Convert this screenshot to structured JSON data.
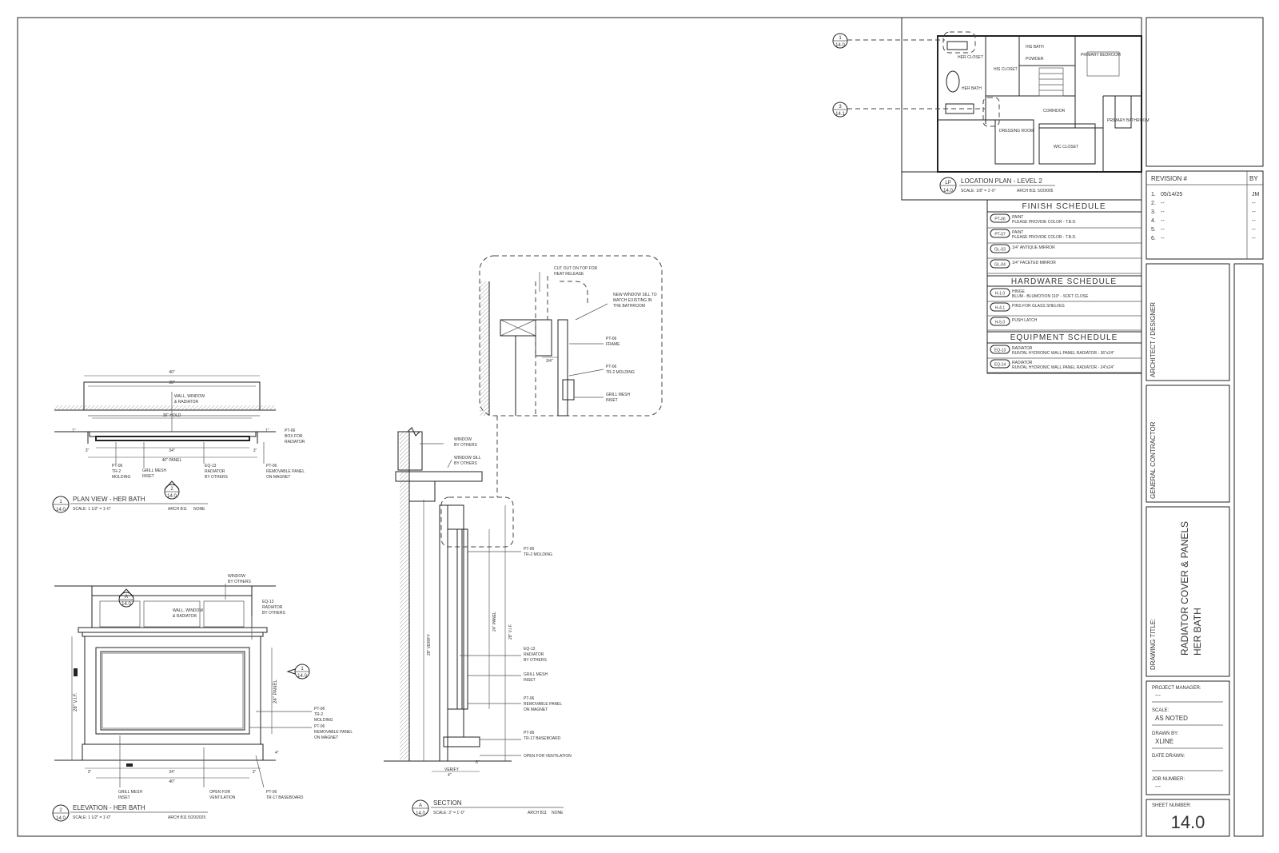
{
  "location_plan": {
    "tag_top": "LP",
    "tag_bottom": "14.0",
    "title": "LOCATION PLAN - LEVEL 2",
    "scale": "SCALE: 1/8\" = 1'-0\"",
    "paper": "ARCH B11",
    "date": "5/20/005",
    "callout_1_top": "1",
    "callout_1_bottom": "14.0",
    "callout_3_top": "3",
    "callout_3_bottom": "14.1",
    "rooms": [
      "HER CLOSET",
      "HER BATH",
      "HIS CLOSET",
      "DRESSING ROOM",
      "CORRIDOR",
      "PRIMARY BEDROOM",
      "HIS BATH",
      "POWDER",
      "PRIMARY BATHROOM",
      "WIC CLOSET"
    ]
  },
  "finish_schedule": {
    "title": "FINISH SCHEDULE",
    "items": [
      {
        "code": "PT-06",
        "line1": "PAINT",
        "line2": "PLEASE PROVIDE COLOR - T.B.D."
      },
      {
        "code": "PT-07",
        "line1": "PAINT",
        "line2": "PLEASE PROVIDE COLOR - T.B.D."
      },
      {
        "code": "GL-03",
        "line1": "1/4\" ANTIQUE MIRROR",
        "line2": ""
      },
      {
        "code": "GL-04",
        "line1": "1/4\" FACETED MIRROR",
        "line2": ""
      }
    ]
  },
  "hardware_schedule": {
    "title": "HARDWARE SCHEDULE",
    "items": [
      {
        "code": "H-1.0",
        "line1": "HINGE",
        "line2": "BLUM - BLUMOTION 110° - SOFT CLOSE"
      },
      {
        "code": "H-4.1",
        "line1": "PINS FOR GLASS SHELVES",
        "line2": ""
      },
      {
        "code": "H-5.0",
        "line1": "PUSH LATCH",
        "line2": ""
      }
    ]
  },
  "equipment_schedule": {
    "title": "EQUIPMENT SCHEDULE",
    "items": [
      {
        "code": "EQ-13",
        "line1": "RADIATOR",
        "line2": "RUNTAL HYDRONIC WALL PANEL RADIATOR - 36\"x24\""
      },
      {
        "code": "EQ-14",
        "line1": "RADIATOR",
        "line2": "RUNTAL HYDRONIC WALL PANEL RADIATOR - 24\"x24\""
      }
    ]
  },
  "revision": {
    "header": "REVISION #",
    "by_header": "BY",
    "rows": [
      {
        "num": "1.",
        "date": "05/14/25",
        "by": "JM"
      },
      {
        "num": "2.",
        "date": "--",
        "by": "--"
      },
      {
        "num": "3.",
        "date": "--",
        "by": "--"
      },
      {
        "num": "4.",
        "date": "--",
        "by": "--"
      },
      {
        "num": "5.",
        "date": "--",
        "by": "--"
      },
      {
        "num": "6.",
        "date": "--",
        "by": "--"
      }
    ]
  },
  "title_block": {
    "architect_label": "ARCHITECT / DESIGNER",
    "contractor_label": "GENERAL CONTRACTOR",
    "drawing_title_label": "DRAWING TITLE:",
    "drawing_title_line1": "RADIATOR COVER & PANELS",
    "drawing_title_line2": "HER BATH",
    "project_manager_label": "PROJECT MANAGER:",
    "project_manager_value": "---",
    "scale_label": "SCALE:",
    "scale_value": "AS NOTED",
    "drawn_by_label": "DRAWN BY:",
    "drawn_by_value": "XLINE",
    "date_drawn_label": "DATE DRAWN:",
    "date_drawn_value": "",
    "job_number_label": "JOB NUMBER:",
    "job_number_value": "---",
    "sheet_number_label": "SHEET NUMBER:",
    "sheet_number_value": "14.0"
  },
  "plan_view": {
    "tag_top": "1",
    "tag_bottom": "14.0",
    "title": "PLAN VIEW - HER BATH",
    "scale": "SCALE: 1 1/2\" = 1'-0\"",
    "paper": "ARCH B11",
    "note": "NONE",
    "elev_tag_top": "2",
    "elev_tag_bottom": "14.0",
    "dim_40": "40\"",
    "dim_38": "38\"",
    "dim_36hold": "36\" HOLD",
    "dim_34": "34\"",
    "dim_40panel": "40\" PANEL",
    "dim_3a": "3\"",
    "dim_3b": "3\"",
    "dim_1a": "1\"",
    "dim_1b": "1\"",
    "label_wall": [
      "WALL, WINDOW",
      "& RADIATOR"
    ],
    "label_box": [
      "PT-06",
      "BOX FOR",
      "RADIATOR"
    ],
    "label_tr2": [
      "PT-06",
      "TR-2",
      "MOLDING"
    ],
    "label_grill": [
      "GRILL MESH",
      "INSET"
    ],
    "label_eq13": [
      "EQ-13",
      "RADIATOR",
      "BY OTHERS"
    ],
    "label_removable": [
      "PT-06",
      "REMOVABLE PANEL",
      "ON MAGNET"
    ]
  },
  "elevation": {
    "tag_top": "2",
    "tag_bottom": "14.0",
    "title": "ELEVATION - HER BATH",
    "scale": "SCALE: 1 1/2\" = 1'-0\"",
    "paper": "ARCH B11",
    "date": "5/20/2025",
    "sec_tag_top": "A",
    "sec_tag_bottom": "14.0",
    "plan_tag_top": "1",
    "plan_tag_bottom": "14.0",
    "label_window": [
      "WINDOW",
      "BY OTHERS"
    ],
    "label_wall": [
      "WALL, WINDOW",
      "& RADIATOR"
    ],
    "label_eq13": [
      "EQ-13",
      "RADIATOR",
      "BY OTHERS"
    ],
    "label_tr2": [
      "PT-06",
      "TR-2",
      "MOLDING"
    ],
    "label_removable": [
      "PT-06",
      "REMOVABLE PANEL",
      "ON MAGNET"
    ],
    "label_grill": [
      "GRILL MESH",
      "INSET"
    ],
    "label_open": [
      "OPEN FOR",
      "VENTILATION"
    ],
    "label_base": [
      "PT-06",
      "TR-17 BASEBOARD"
    ],
    "dim_34": "34\"",
    "dim_40": "40\"",
    "dim_3a": "3\"",
    "dim_3b": "3\"",
    "dim_vif": "28\" V.I.F.",
    "dim_panel": "24\" PANEL",
    "dim_4": "4\""
  },
  "section": {
    "tag_top": "A",
    "tag_bottom": "14.0",
    "title": "SECTION",
    "scale": "SCALE: 3\" = 1'-0\"",
    "paper": "ARCH B11",
    "note": "NONE",
    "label_window": [
      "WINDOW",
      "BY OTHERS"
    ],
    "label_sill": [
      "WINDOW SILL",
      "BY OTHERS"
    ],
    "label_tr2": [
      "PT-06",
      "TR-2 MOLDING"
    ],
    "label_eq13": [
      "EQ-13",
      "RADIATOR",
      "BY OTHERS"
    ],
    "label_grill": [
      "GRILL MESH",
      "INSET"
    ],
    "label_removable": [
      "PT-06",
      "REMOVABLE PANEL",
      "ON MAGNET"
    ],
    "label_base": [
      "PT-06",
      "TR-17 BASEBOARD"
    ],
    "label_open": "OPEN FOR VENTILATION",
    "label_verify": "VERIFY",
    "dim_verify": "28\" VERIFY",
    "dim_panel": "24\" PANEL",
    "dim_vif": "28\" V.I.F.",
    "dim_4": "4\"",
    "dim_6": "6\""
  },
  "detail": {
    "label_cutout": [
      "CUT OUT ON TOP FOR",
      "HEAT RELEASE"
    ],
    "label_sill": [
      "NEW WINDOW SILL TO",
      "MATCH EXISTING IN",
      "THE BATHROOM"
    ],
    "label_frame": [
      "PT-06",
      "FRAME"
    ],
    "label_tr2": [
      "PT-06",
      "TR-2 MOLDING"
    ],
    "label_grill": [
      "GRILL MESH",
      "INSET"
    ],
    "dim_34": "3/4\""
  }
}
